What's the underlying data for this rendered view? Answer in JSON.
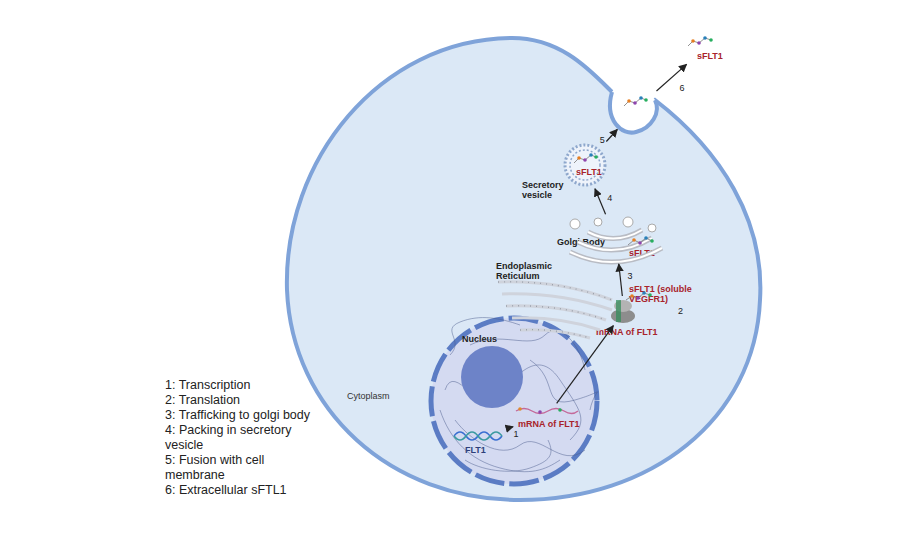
{
  "diagram": {
    "nodes": [
      {
        "text": [
          "Cytoplasm"
        ]
      },
      {
        "text": [
          "Nucleus"
        ],
        "in": 0
      },
      {
        "text": [
          "FLT1"
        ],
        "in": 1
      },
      {
        "text": [
          "mRNA of FLT1"
        ],
        "in": 1
      },
      {
        "text": [
          "Endoplasmic Reticulum"
        ],
        "in": 0
      },
      {
        "text": [
          "sFLT1 (soluble VEGFR1)",
          "mRNA of FLT1"
        ],
        "in": 0
      },
      {
        "text": [
          "Golgi Body",
          "sFLT1"
        ],
        "in": 0
      },
      {
        "text": [
          "Secretory vesicle",
          "sFLT1"
        ],
        "in": 0
      },
      {
        "text": [
          "sFLT1"
        ],
        "in": 0
      },
      {
        "text": [
          "sFLT1"
        ]
      }
    ],
    "edges": [
      {
        "from": 2,
        "to": 3,
        "label": "1",
        "arrow": "to"
      },
      {
        "from": 3,
        "to": 5,
        "arrow": "to"
      },
      {
        "from": 5,
        "to": 6,
        "label": "3",
        "arrow": "to"
      },
      {
        "from": 6,
        "to": 7,
        "label": "4",
        "arrow": "to"
      },
      {
        "from": 7,
        "to": 8,
        "label": "5",
        "arrow": "to"
      },
      {
        "from": 8,
        "to": 9,
        "label": "6",
        "arrow": "to"
      }
    ],
    "labels": [
      "2"
    ],
    "legend": [
      {
        "text": "1: Transcription"
      },
      {
        "text": "2: Translation"
      },
      {
        "text": "3: Trafficking to golgi body"
      },
      {
        "text": "4: Packing in secretory vesicle"
      },
      {
        "text": "5: Fusion with cell membrane"
      },
      {
        "text": "6: Extracellular sFTL1"
      }
    ]
  }
}
